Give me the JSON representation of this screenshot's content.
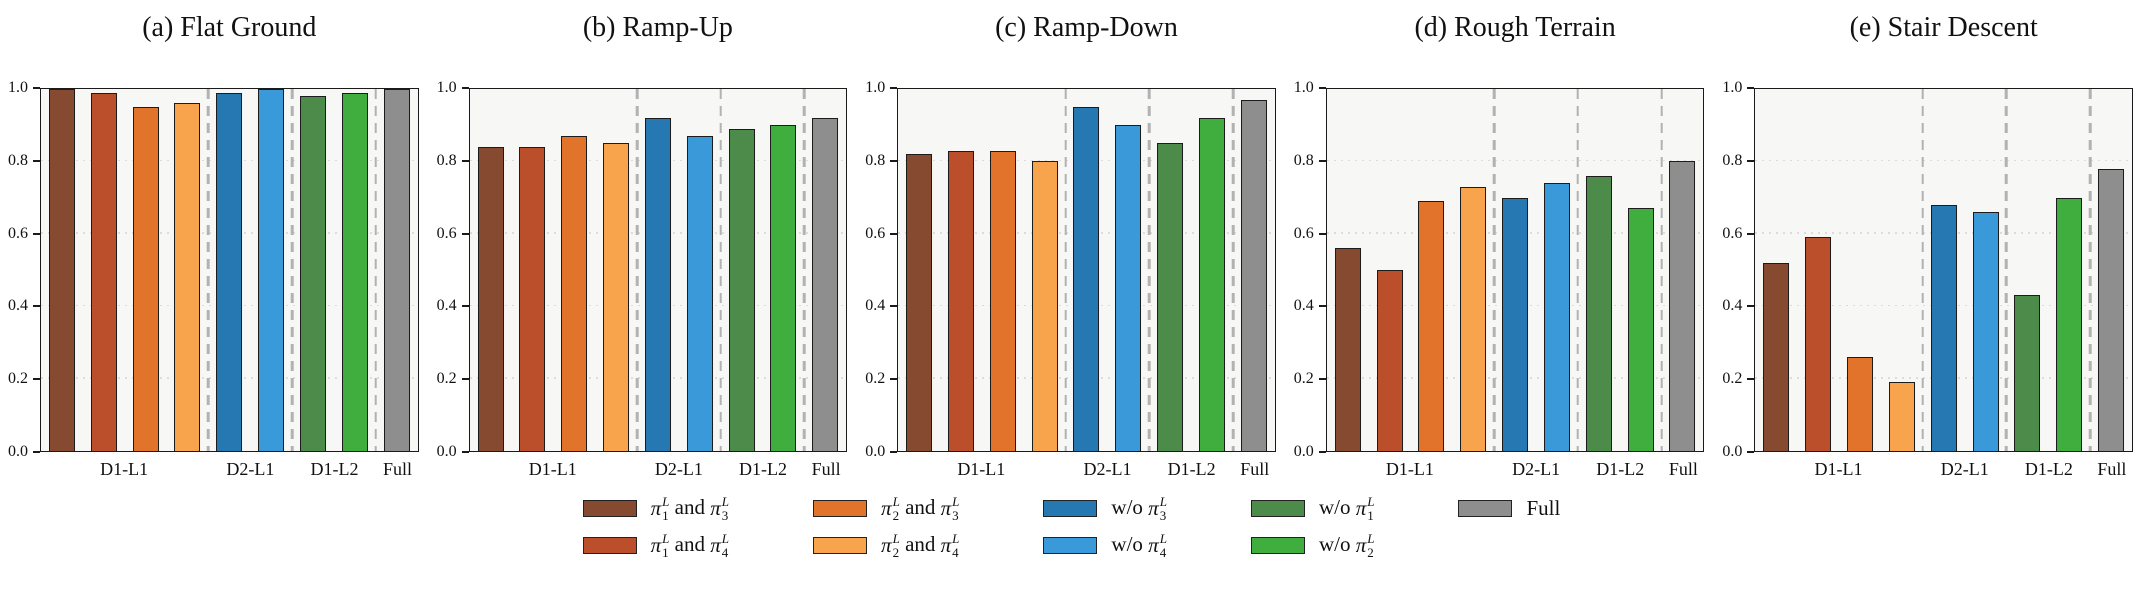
{
  "chart_data": {
    "type": "bar",
    "ylim": [
      0,
      1.0
    ],
    "ytick_labels": [
      "1.0",
      "0.8",
      "0.6",
      "0.4",
      "0.2",
      "0.0"
    ],
    "grid": "dotted horizontal at 0.2 steps",
    "legend_position": "bottom center, two rows",
    "group_labels": [
      "D1-L1",
      "D2-L1",
      "D1-L2",
      "Full"
    ],
    "group_sizes": [
      4,
      2,
      2,
      1
    ],
    "group_separators": "dashed vertical lines between groups",
    "series": [
      {
        "name": "π_1^L and π_3^L",
        "color": "#854a2f"
      },
      {
        "name": "π_1^L and π_4^L",
        "color": "#bb4f2b"
      },
      {
        "name": "π_2^L and π_3^L",
        "color": "#e2732b"
      },
      {
        "name": "π_2^L and π_4^L",
        "color": "#f7a44c"
      },
      {
        "name": "w/o π_3^L",
        "color": "#2678b2"
      },
      {
        "name": "w/o π_4^L",
        "color": "#3a99d8"
      },
      {
        "name": "w/o π_1^L",
        "color": "#4d8b4b"
      },
      {
        "name": "w/o π_2^L",
        "color": "#3fae3f"
      },
      {
        "name": "Full",
        "color": "#8e8e8e"
      }
    ],
    "legend_columns": [
      [
        0,
        1
      ],
      [
        2,
        3
      ],
      [
        4,
        5
      ],
      [
        6,
        7
      ],
      [
        8
      ]
    ],
    "panels": [
      {
        "title": "(a) Flat Ground",
        "values": [
          1.0,
          0.99,
          0.95,
          0.96,
          0.99,
          1.0,
          0.98,
          0.99,
          1.0
        ]
      },
      {
        "title": "(b) Ramp-Up",
        "values": [
          0.84,
          0.84,
          0.87,
          0.85,
          0.92,
          0.87,
          0.89,
          0.9,
          0.92
        ]
      },
      {
        "title": "(c) Ramp-Down",
        "values": [
          0.82,
          0.83,
          0.83,
          0.8,
          0.95,
          0.9,
          0.85,
          0.92,
          0.97
        ]
      },
      {
        "title": "(d) Rough Terrain",
        "values": [
          0.56,
          0.5,
          0.69,
          0.73,
          0.7,
          0.74,
          0.76,
          0.67,
          0.8
        ]
      },
      {
        "title": "(e) Stair Descent",
        "values": [
          0.52,
          0.59,
          0.26,
          0.19,
          0.68,
          0.66,
          0.43,
          0.7,
          0.78
        ]
      }
    ],
    "colors_misc": {
      "plot_background": "#f7f7f5",
      "frame": "#1a1a1a",
      "gridline": "#dcdcdc",
      "separator": "#b2b2b2"
    }
  }
}
